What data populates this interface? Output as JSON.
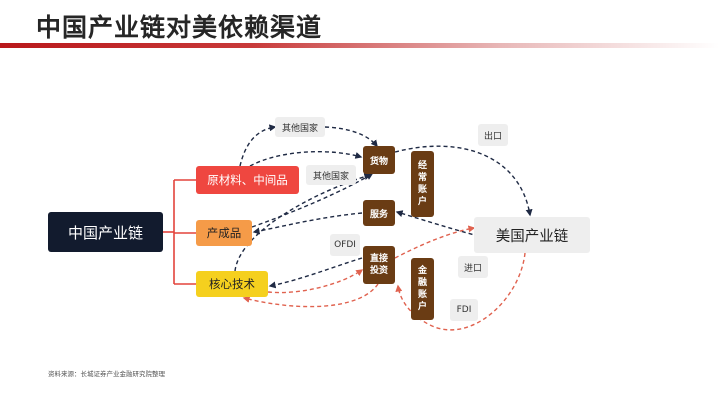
{
  "title": "中国产业链对美依赖渠道",
  "nodes": {
    "china_chain": "中国产业链",
    "raw_materials": "原材料、中间品",
    "finished_goods": "产成品",
    "core_tech": "核心技术",
    "goods": "货物",
    "services": "服务",
    "direct_investment": [
      "直接",
      "投资"
    ],
    "current_account": [
      "经",
      "常",
      "账",
      "户"
    ],
    "financial_account": [
      "金",
      "融",
      "账",
      "户"
    ],
    "us_chain": "美国产业链"
  },
  "tags": {
    "other_countries_1": "其他国家",
    "other_countries_2": "其他国家",
    "export": "出口",
    "import": "进口",
    "ofdi": "OFDI",
    "fdi": "FDI"
  },
  "source": "资料来源：长城证券产业金融研究院整理",
  "colors": {
    "title_bar": "#b9181b",
    "china_chain": "#121b2e",
    "raw_materials": "#ef4740",
    "finished_goods": "#f59b48",
    "core_tech": "#f5d01e",
    "channel_box": "#6a3c14",
    "us_chain": "#eeeeee",
    "dark_arrow": "#1f2a44",
    "red_arrow": "#e0624f"
  }
}
